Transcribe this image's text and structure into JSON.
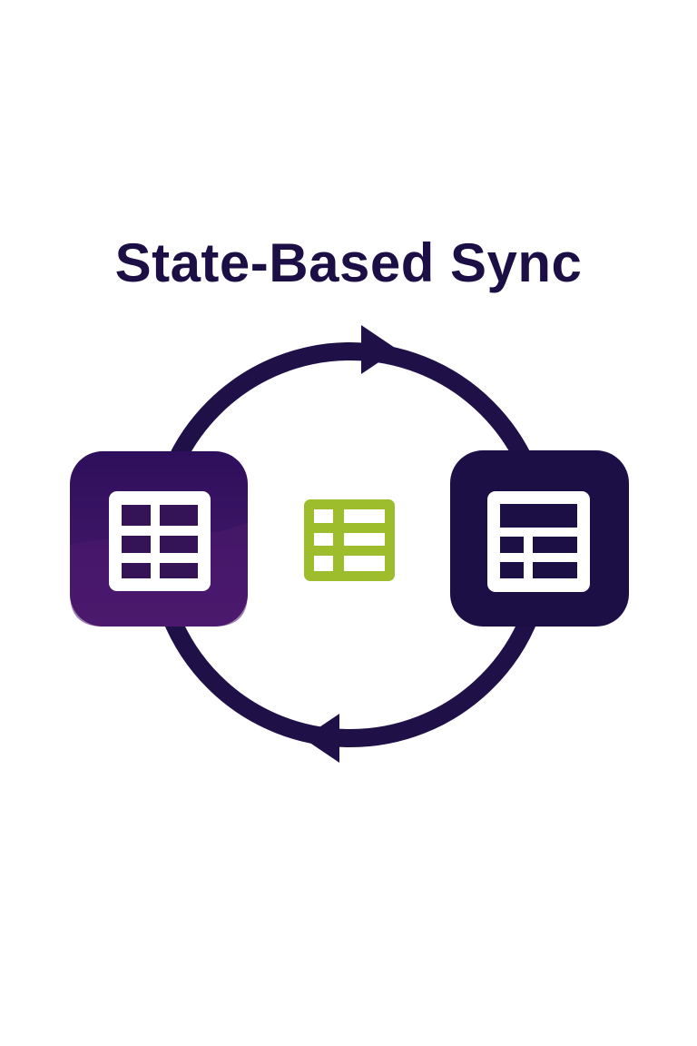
{
  "diagram": {
    "title": "State-Based Sync",
    "nodes": [
      {
        "id": "left-state",
        "icon": "table-grid-icon",
        "color": "#3b1466"
      },
      {
        "id": "center-state",
        "icon": "table-grid-icon",
        "color": "#9dbd2c"
      },
      {
        "id": "right-state",
        "icon": "table-layout-icon",
        "color": "#1c0f45"
      }
    ],
    "cycle": {
      "icon": "sync-cycle-arrows",
      "color": "#1f1048",
      "direction": "clockwise"
    }
  }
}
